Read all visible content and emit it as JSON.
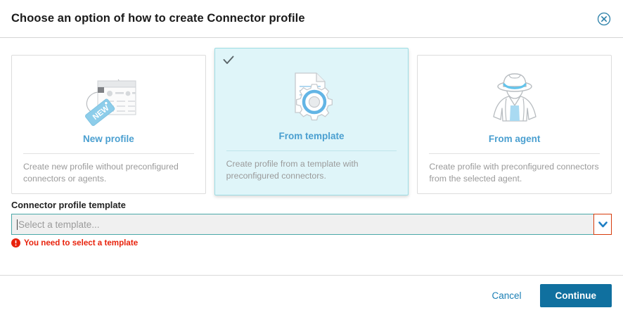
{
  "header": {
    "title": "Choose an option of how to create Connector profile",
    "close_icon": "close-circle-icon"
  },
  "options": [
    {
      "id": "new-profile",
      "title": "New profile",
      "description": "Create new profile without preconfigured connectors or agents.",
      "icon": "new-tag-window-icon",
      "selected": false
    },
    {
      "id": "from-template",
      "title": "From template",
      "description": "Create profile from a template with preconfigured connectors.",
      "icon": "document-gear-icon",
      "selected": true
    },
    {
      "id": "from-agent",
      "title": "From agent",
      "description": "Create profile with preconfigured connectors from the selected agent.",
      "icon": "agent-hat-icon",
      "selected": false
    }
  ],
  "form": {
    "label": "Connector profile template",
    "placeholder": "Select a template...",
    "value": "",
    "dropdown_icon": "chevron-down-icon",
    "error_icon": "error-exclamation-icon",
    "error_text": "You need to select a template"
  },
  "footer": {
    "cancel_label": "Cancel",
    "continue_label": "Continue"
  },
  "colors": {
    "accent_blue": "#4a9fd0",
    "primary_button": "#10709f",
    "link_blue": "#1a7fb5",
    "selected_card_bg": "#dff5f9",
    "selected_card_border": "#9ddde4",
    "error_red": "#e8220c",
    "dropdown_error_border": "#d63b0c",
    "input_focus_border": "#4aa8a8"
  }
}
